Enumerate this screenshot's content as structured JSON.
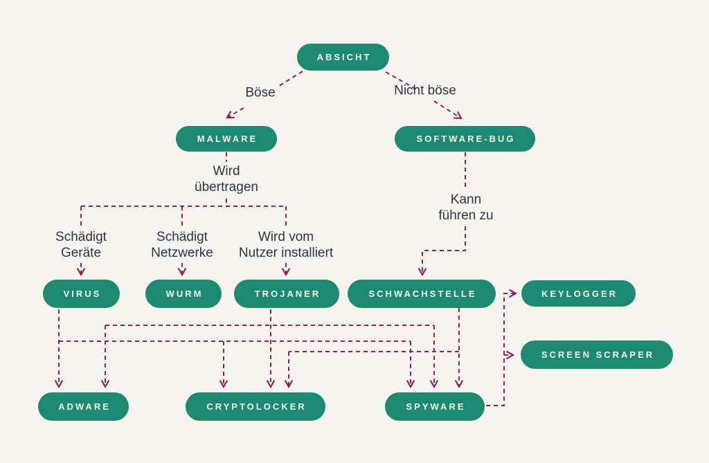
{
  "title": "Malware-Klassifikation Flussdiagramm",
  "colors": {
    "background": "#f6f4ee",
    "node_fill": "#1b8a71",
    "node_text": "#f7f5ef",
    "connector": "#8e2157",
    "label_text": "#2b3445"
  },
  "nodes": {
    "absicht": "ABSICHT",
    "malware": "MALWARE",
    "software_bug": "SOFTWARE-BUG",
    "virus": "VIRUS",
    "wurm": "WURM",
    "trojaner": "TROJANER",
    "schwachstelle": "SCHWACHSTELLE",
    "keylogger": "KEYLOGGER",
    "screen_scraper": "SCREEN SCRAPER",
    "adware": "ADWARE",
    "cryptolocker": "CRYPTOLOCKER",
    "spyware": "SPYWARE"
  },
  "labels": {
    "boese": "Böse",
    "nicht_boese": "Nicht böse",
    "wird_uebertragen": "Wird\nübertragen",
    "kann_fuehren_zu": "Kann\nführen zu",
    "schaedigt_geraete": "Schädigt\nGeräte",
    "schaedigt_netzwerke": "Schädigt\nNetzwerke",
    "wird_vom_nutzer": "Wird vom\nNutzer installiert"
  },
  "edges": [
    {
      "from": "Absicht",
      "to": "Malware",
      "label": "Böse"
    },
    {
      "from": "Absicht",
      "to": "Software-Bug",
      "label": "Nicht böse"
    },
    {
      "from": "Malware",
      "to": "Virus",
      "label": "Wird übertragen — Schädigt Geräte"
    },
    {
      "from": "Malware",
      "to": "Wurm",
      "label": "Wird übertragen — Schädigt Netzwerke"
    },
    {
      "from": "Malware",
      "to": "Trojaner",
      "label": "Wird übertragen — Wird vom Nutzer installiert"
    },
    {
      "from": "Software-Bug",
      "to": "Schwachstelle",
      "label": "Kann führen zu"
    },
    {
      "from": "Virus",
      "to": "Adware",
      "label": ""
    },
    {
      "from": "Virus",
      "to": "Cryptolocker",
      "label": ""
    },
    {
      "from": "Virus",
      "to": "Spyware",
      "label": ""
    },
    {
      "from": "Trojaner",
      "to": "Adware",
      "label": ""
    },
    {
      "from": "Trojaner",
      "to": "Cryptolocker",
      "label": ""
    },
    {
      "from": "Trojaner",
      "to": "Spyware",
      "label": ""
    },
    {
      "from": "Schwachstelle",
      "to": "Cryptolocker",
      "label": ""
    },
    {
      "from": "Schwachstelle",
      "to": "Spyware",
      "label": ""
    },
    {
      "from": "Spyware",
      "to": "Keylogger",
      "label": ""
    },
    {
      "from": "Spyware",
      "to": "Screen Scraper",
      "label": ""
    }
  ]
}
